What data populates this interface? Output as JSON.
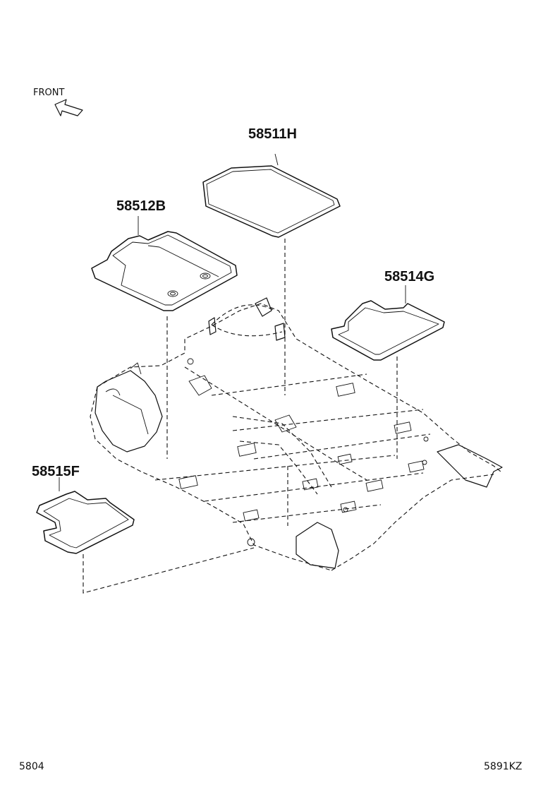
{
  "front_label": "FRONT",
  "parts": [
    {
      "id": "58511H",
      "label": "58511H"
    },
    {
      "id": "58512B",
      "label": "58512B"
    },
    {
      "id": "58514G",
      "label": "58514G"
    },
    {
      "id": "58515F",
      "label": "58515F"
    }
  ],
  "footer": {
    "left_code": "5804",
    "right_code": "5891KZ"
  }
}
